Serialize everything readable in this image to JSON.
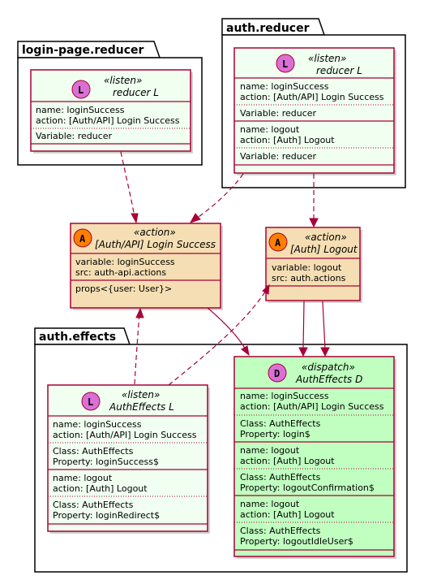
{
  "packages": {
    "login_page": "login-page.reducer",
    "auth_reducer": "auth.reducer",
    "auth_effects": "auth.effects"
  },
  "classes": {
    "login_reducer_L": {
      "badge": "L",
      "badge_color": "#da70d6",
      "fill": "#f0fff0",
      "stereotype": "«listen»",
      "name": "reducer L",
      "lines": [
        "name: loginSuccess",
        "action: [Auth/API] Login Success",
        "Variable: reducer"
      ]
    },
    "auth_reducer_L": {
      "badge": "L",
      "badge_color": "#da70d6",
      "fill": "#f0fff0",
      "stereotype": "«listen»",
      "name": "reducer L",
      "lines": [
        "name: loginSuccess",
        "action: [Auth/API] Login Success",
        "Variable: reducer",
        "name: logout",
        "action: [Auth] Logout",
        "Variable: reducer"
      ]
    },
    "action_login_success": {
      "badge": "A",
      "badge_color": "#ff7f00",
      "fill": "#f5deb3",
      "stereotype": "«action»",
      "name": "[Auth/API] Login Success",
      "lines": [
        "variable: loginSuccess",
        "src: auth-api.actions",
        "props<{user: User}>"
      ]
    },
    "action_logout": {
      "badge": "A",
      "badge_color": "#ff7f00",
      "fill": "#f5deb3",
      "stereotype": "«action»",
      "name": "[Auth] Logout",
      "lines": [
        "variable: logout",
        "src: auth.actions"
      ]
    },
    "effects_L": {
      "badge": "L",
      "badge_color": "#da70d6",
      "fill": "#f0fff0",
      "stereotype": "«listen»",
      "name": "AuthEffects L",
      "lines": [
        "name: loginSuccess",
        "action: [Auth/API] Login Success",
        "Class: AuthEffects",
        "Property: loginSuccess$",
        "name: logout",
        "action: [Auth] Logout",
        "Class: AuthEffects",
        "Property: loginRedirect$"
      ]
    },
    "effects_D": {
      "badge": "D",
      "badge_color": "#da70d6",
      "fill": "#c1ffc1",
      "stereotype": "«dispatch»",
      "name": "AuthEffects D",
      "lines": [
        "name: loginSuccess",
        "action: [Auth/API] Login Success",
        "Class: AuthEffects",
        "Property: login$",
        "name: logout",
        "action: [Auth] Logout",
        "Class: AuthEffects",
        "Property: logoutConfirmation$",
        "name: logout",
        "action: [Auth] Logout",
        "Class: AuthEffects",
        "Property: logoutIdleUser$"
      ]
    }
  }
}
